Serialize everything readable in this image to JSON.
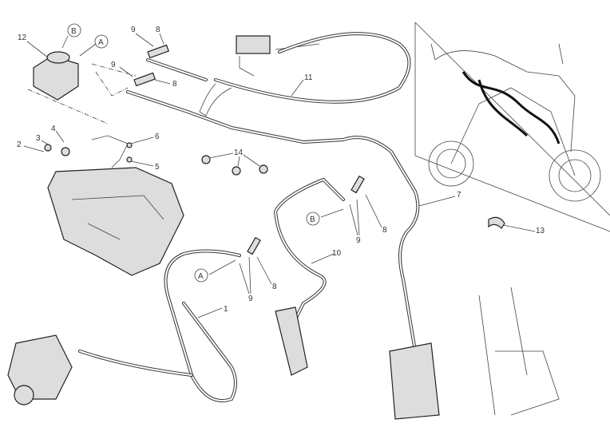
{
  "diagram": {
    "callouts": [
      {
        "id": "c12",
        "text": "12"
      },
      {
        "id": "cB1",
        "text": "B"
      },
      {
        "id": "cA1",
        "text": "A"
      },
      {
        "id": "c9a",
        "text": "9"
      },
      {
        "id": "c8a",
        "text": "8"
      },
      {
        "id": "c9b",
        "text": "9"
      },
      {
        "id": "c8b",
        "text": "8"
      },
      {
        "id": "c11",
        "text": "11"
      },
      {
        "id": "c2",
        "text": "2"
      },
      {
        "id": "c3",
        "text": "3"
      },
      {
        "id": "c4",
        "text": "4"
      },
      {
        "id": "c6",
        "text": "6"
      },
      {
        "id": "c5",
        "text": "5"
      },
      {
        "id": "c14",
        "text": "14"
      },
      {
        "id": "c7",
        "text": "7"
      },
      {
        "id": "c13",
        "text": "13"
      },
      {
        "id": "cB2",
        "text": "B"
      },
      {
        "id": "c9c",
        "text": "9"
      },
      {
        "id": "c8c",
        "text": "8"
      },
      {
        "id": "cA2",
        "text": "A"
      },
      {
        "id": "c9d",
        "text": "9"
      },
      {
        "id": "c8d",
        "text": "8"
      },
      {
        "id": "c10",
        "text": "10"
      },
      {
        "id": "c1",
        "text": "1"
      }
    ]
  }
}
